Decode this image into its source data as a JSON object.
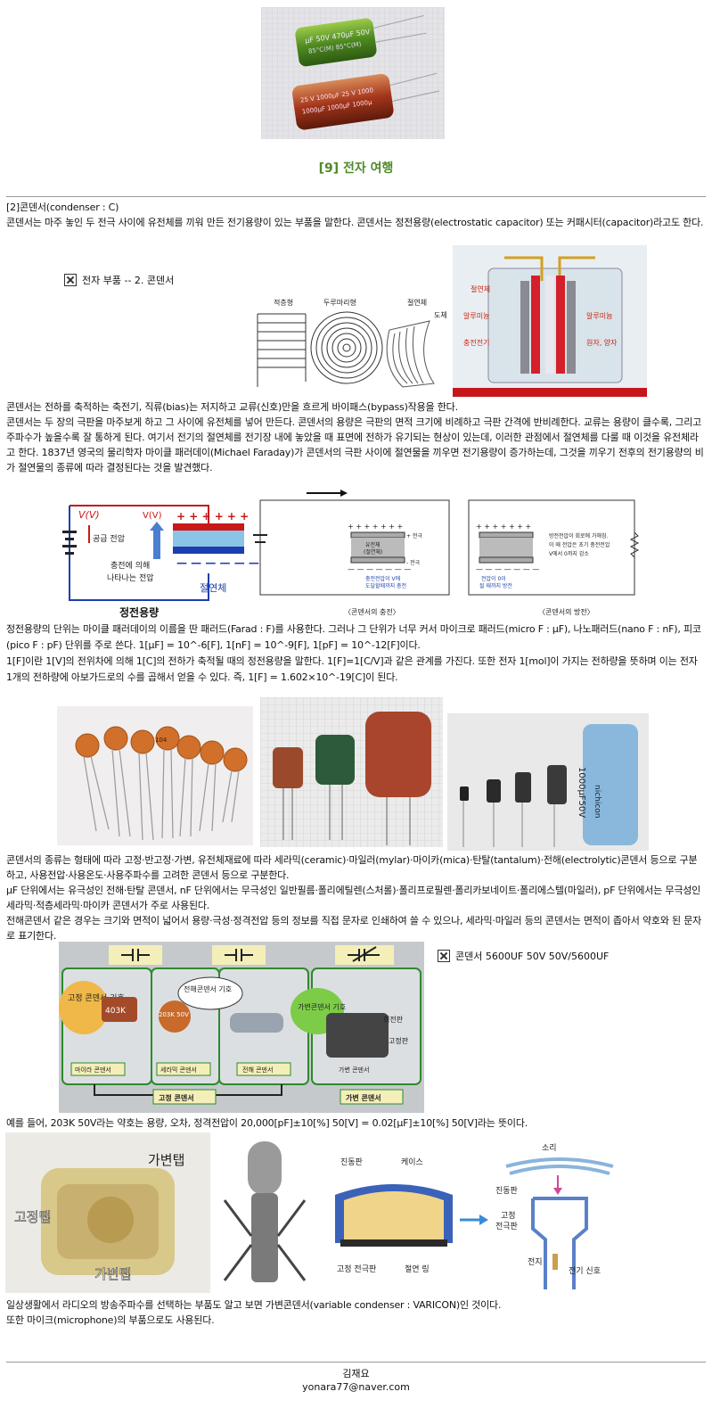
{
  "header": {
    "title": "[9] 전자 여행"
  },
  "section": {
    "heading": "[2]콘덴서(condenser : C)",
    "intro": "콘덴서는 마주 놓인 두 전극 사이에 유전체를 끼워 만든 전기용량이 있는 부품을 말한다. 콘덴서는 정전용량(electrostatic capacitor) 또는 커패시터(capacitor)라고도 한다."
  },
  "broken_images": {
    "parts": "전자 부품 -- 2. 콘덴서",
    "condenser": "콘덴서 5600UF 50V 50V/5600UF"
  },
  "diagram1": {
    "labels": [
      "적층형",
      "두루마리형",
      "절연체",
      "도체"
    ],
    "structure": [
      "절연체",
      "알루미늄",
      "알루미늄",
      "충전전기",
      "원자, 양자"
    ]
  },
  "para2": [
    "콘덴서는 전하를 축적하는 축전기, 직류(bias)는 저지하고 교류(신호)만을 흐르게 바이패스(bypass)작용을 한다.",
    "콘덴서는 두 장의 극판을 마주보게 하고 그 사이에 유전체를 넣어 만든다. 콘덴서의 용량은 극판의 면적 크기에 비례하고 극판 간격에 반비례한다. 교류는 용량이 클수록, 그리고 주파수가 높을수록 잘 통하게 된다. 여기서 전기의 절연체를 전기장 내에 놓았을 때 표면에 전하가 유기되는 현상이 있는데, 이러한 관점에서 절연체를 다룰 때 이것을 유전체라고 한다. 1837년 영국의 물리학자 마이클 패러데이(Michael Faraday)가 콘덴서의 극판 사이에 절연물을 끼우면 전기용량이 증가하는데, 그것을 끼우기 전후의 전기용량의 비가 절연물의 종류에 따라 결정된다는 것을 발견했다."
  ],
  "diagram2": {
    "left": {
      "v_label": "V(V)",
      "supply": "공급 전압",
      "charge_line1": "충전에 의해",
      "charge_line2": "나타나는 전압",
      "insulator": "절연체",
      "caption": "정전용량"
    },
    "charge": {
      "plate_top": "+ 전극",
      "dielectric1": "유전체",
      "dielectric2": "(절연체)",
      "plate_bottom": "- 전극",
      "note1": "충전전압이 V에",
      "note2": "도달할때까지 충전",
      "caption": "〈콘덴서의 충전〉"
    },
    "discharge": {
      "note1": "방전전압이 회로에 가해짐.",
      "note2": "이 때 전압은 초기 충전전압",
      "note3": "V에서 0까지 감소",
      "note4": "전압이 0이",
      "note5": "될 때까지 방전",
      "caption": "〈콘덴서의 방전〉"
    }
  },
  "para3": [
    "정전용량의 단위는 마이클 패러데이의 이름을 딴 패러드(Farad : F)를 사용한다. 그러나 그 단위가 너무 커서 마이크로 패러드(micro F : μF), 나노패러드(nano F : nF), 피코(pico F : pF) 단위를 주로 쓴다. 1[μF] = 10^-6[F], 1[nF] = 10^-9[F], 1[pF] = 10^-12[F]이다.",
    "1[F]이란 1[V]의 전위차에 의해 1[C]의 전하가 축적될 때의 정전용량을 말한다. 1[F]=1[C/V]과 같은 관계를 가진다. 또한 전자 1[mol]이 가지는 전하량을 뜻하며 이는 전자 1개의 전하량에 아보가드로의 수를 곱해서 얻을 수 있다. 즉, 1[F] = 1.602×10^-19[C]이 된다."
  ],
  "photos": {
    "cap_label": "104",
    "elec_brand": "nichicon",
    "elec_spec": "1000μF50V"
  },
  "para4": [
    "콘덴서의 종류는 형태에 따라 고정·반고정·가변, 유전체재료에 따라 세라믹(ceramic)·마일러(mylar)·마이카(mica)·탄탈(tantalum)·전해(electrolytic)콘덴서 등으로 구분하고, 사용전압·사용온도·사용주파수를 고려한 콘덴서 등으로 구분한다.",
    "μF 단위에서는 유극성인 전해·탄탈 콘덴서, nF 단위에서는 무극성인 일반필름·폴리에틸렌(스처롤)·폴리프로필렌·폴리카보네이트·폴리에스텔(마일러), pF 단위에서는 무극성인 세라믹·적층세라믹·마이카 콘덴서가 주로 사용된다.",
    "전해콘덴서 같은 경우는 크기와 면적이 넓어서 용량·극성·정격전압 등의 정보를 직접 문자로 인쇄하여 쓸 수 있으나, 세라믹·마일러 등의 콘덴서는 면적이 좁아서 약호와 된 문자로 표기한다."
  ],
  "diagram3": {
    "bubble1": "고정 콘덴서 기호",
    "bubble2": "전해콘덴서 기호",
    "bubble3": "가변콘덴서 기호",
    "code1": "403K",
    "code2": "203K 50V",
    "box1": "마이라 콘덴서",
    "box2": "세라믹 콘덴서",
    "box3": "전해 콘덴서",
    "box4": "가변 콘덴서",
    "group1": "고정 콘덴서",
    "group2": "가변 콘덴서",
    "part1": "회전판",
    "part2": "고정판"
  },
  "para5": "예를 들어, 203K 50V라는 약호는 용량, 오차, 정격전압이 20,000[pF]±10[%] 50[V] = 0.02[μF]±10[%] 50[V]라는 뜻이다.",
  "diagram4": {
    "tap1": "가변탭",
    "tap2": "고정탭",
    "tap3": "가변탭",
    "mic_top1": "진동판",
    "mic_top2": "케이스",
    "mic_bot1": "고정 전극판",
    "mic_bot2": "절연 링",
    "r_sound": "소리",
    "r_plate": "진동판",
    "r_fixed1": "고정",
    "r_fixed2": "전극판",
    "r_batt": "전지",
    "r_signal": "전기 신호"
  },
  "para6": [
    "일상생활에서 라디오의 방송주파수를 선택하는 부품도 알고 보면 가변콘덴서(variable condenser : VARICON)인 것이다.",
    "또한 마이크(microphone)의 부품으로도 사용된다."
  ],
  "footer": {
    "author": "김재요",
    "email": "yonara77@naver.com"
  }
}
